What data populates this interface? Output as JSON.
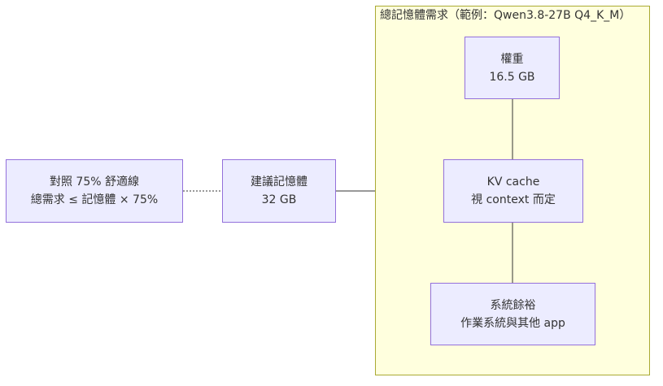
{
  "diagram": {
    "cluster": {
      "title": "總記憶體需求（範例：Qwen3.8-27B Q4_K_M）"
    },
    "nodes": {
      "weights": {
        "line1": "權重",
        "line2": "16.5 GB"
      },
      "kv_cache": {
        "line1": "KV cache",
        "line2": "視 context 而定"
      },
      "system_margin": {
        "line1": "系統餘裕",
        "line2": "作業系統與其他 app"
      },
      "suggested_memory": {
        "line1": "建議記憶體",
        "line2": "32 GB"
      },
      "comfort_line": {
        "line1": "對照 75% 舒適線",
        "line2": "總需求 ≤ 記憶體 × 75%"
      }
    },
    "edges": [
      {
        "from": "weights",
        "to": "kv_cache",
        "style": "solid"
      },
      {
        "from": "kv_cache",
        "to": "system_margin",
        "style": "solid"
      },
      {
        "from": "suggested_memory",
        "to": "cluster",
        "style": "solid"
      },
      {
        "from": "comfort_line",
        "to": "suggested_memory",
        "style": "dotted"
      }
    ],
    "colors": {
      "node_fill": "#ececff",
      "node_border": "#9370db",
      "cluster_fill": "#ffffde",
      "cluster_border": "#aaaa33",
      "edge": "#333333"
    }
  }
}
